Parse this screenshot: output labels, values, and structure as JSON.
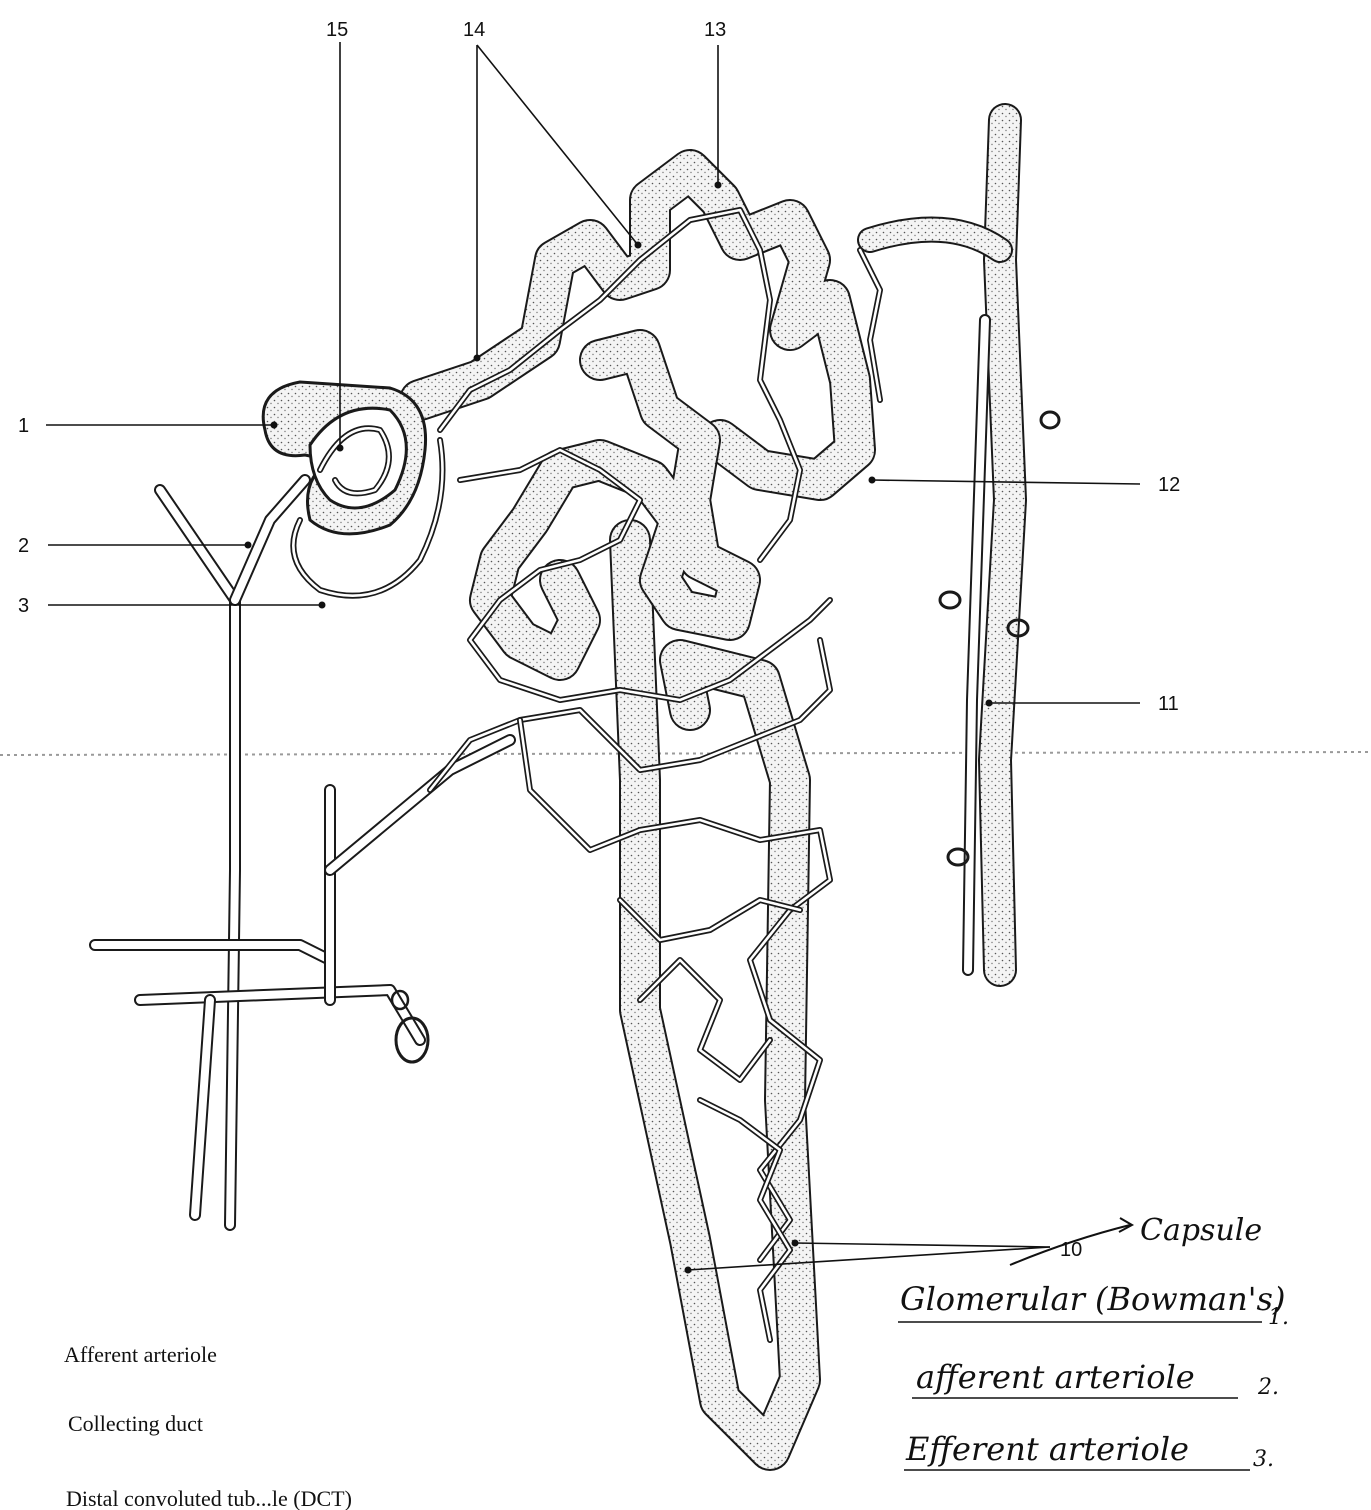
{
  "callouts": [
    "1",
    "2",
    "3",
    "10",
    "11",
    "12",
    "13",
    "14",
    "15"
  ],
  "key_list": {
    "items": [
      "Afferent arteriole",
      "Collecting duct",
      "Distal convoluted tub...le (DCT)"
    ]
  },
  "handwritten": {
    "arrow_note": "Capsule",
    "line1": "Glomerular (Bowman's)",
    "line1_num": "1.",
    "line2": "afferent arteriole",
    "line2_num": "2.",
    "line3": "Efferent arteriole",
    "line3_num": "3."
  }
}
